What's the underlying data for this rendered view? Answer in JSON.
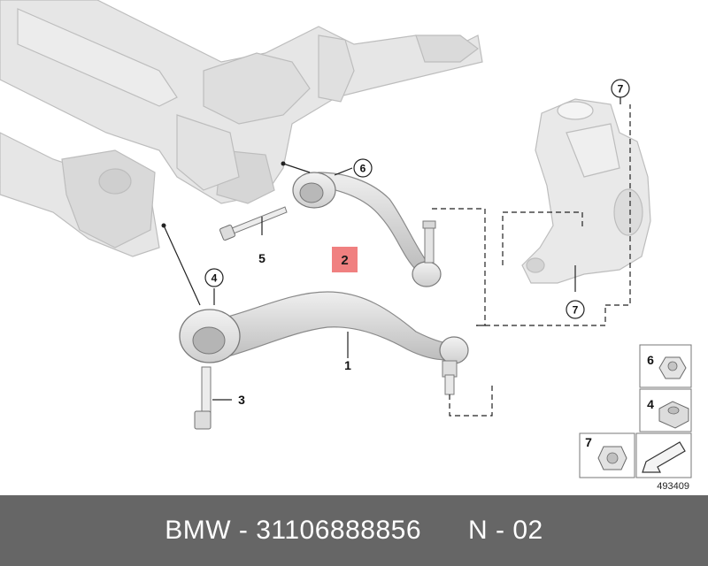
{
  "callouts": {
    "part1": "1",
    "part2": "2",
    "part3": "3",
    "part4": "4",
    "part5": "5",
    "part6": "6",
    "part7a": "7",
    "part7b": "7"
  },
  "legend": {
    "item6": "6",
    "item4": "4",
    "item7": "7"
  },
  "diagram_id": "493409",
  "highlight_color": "#f08080",
  "footer": {
    "text": "BMW - 31106888856      N - 02"
  }
}
